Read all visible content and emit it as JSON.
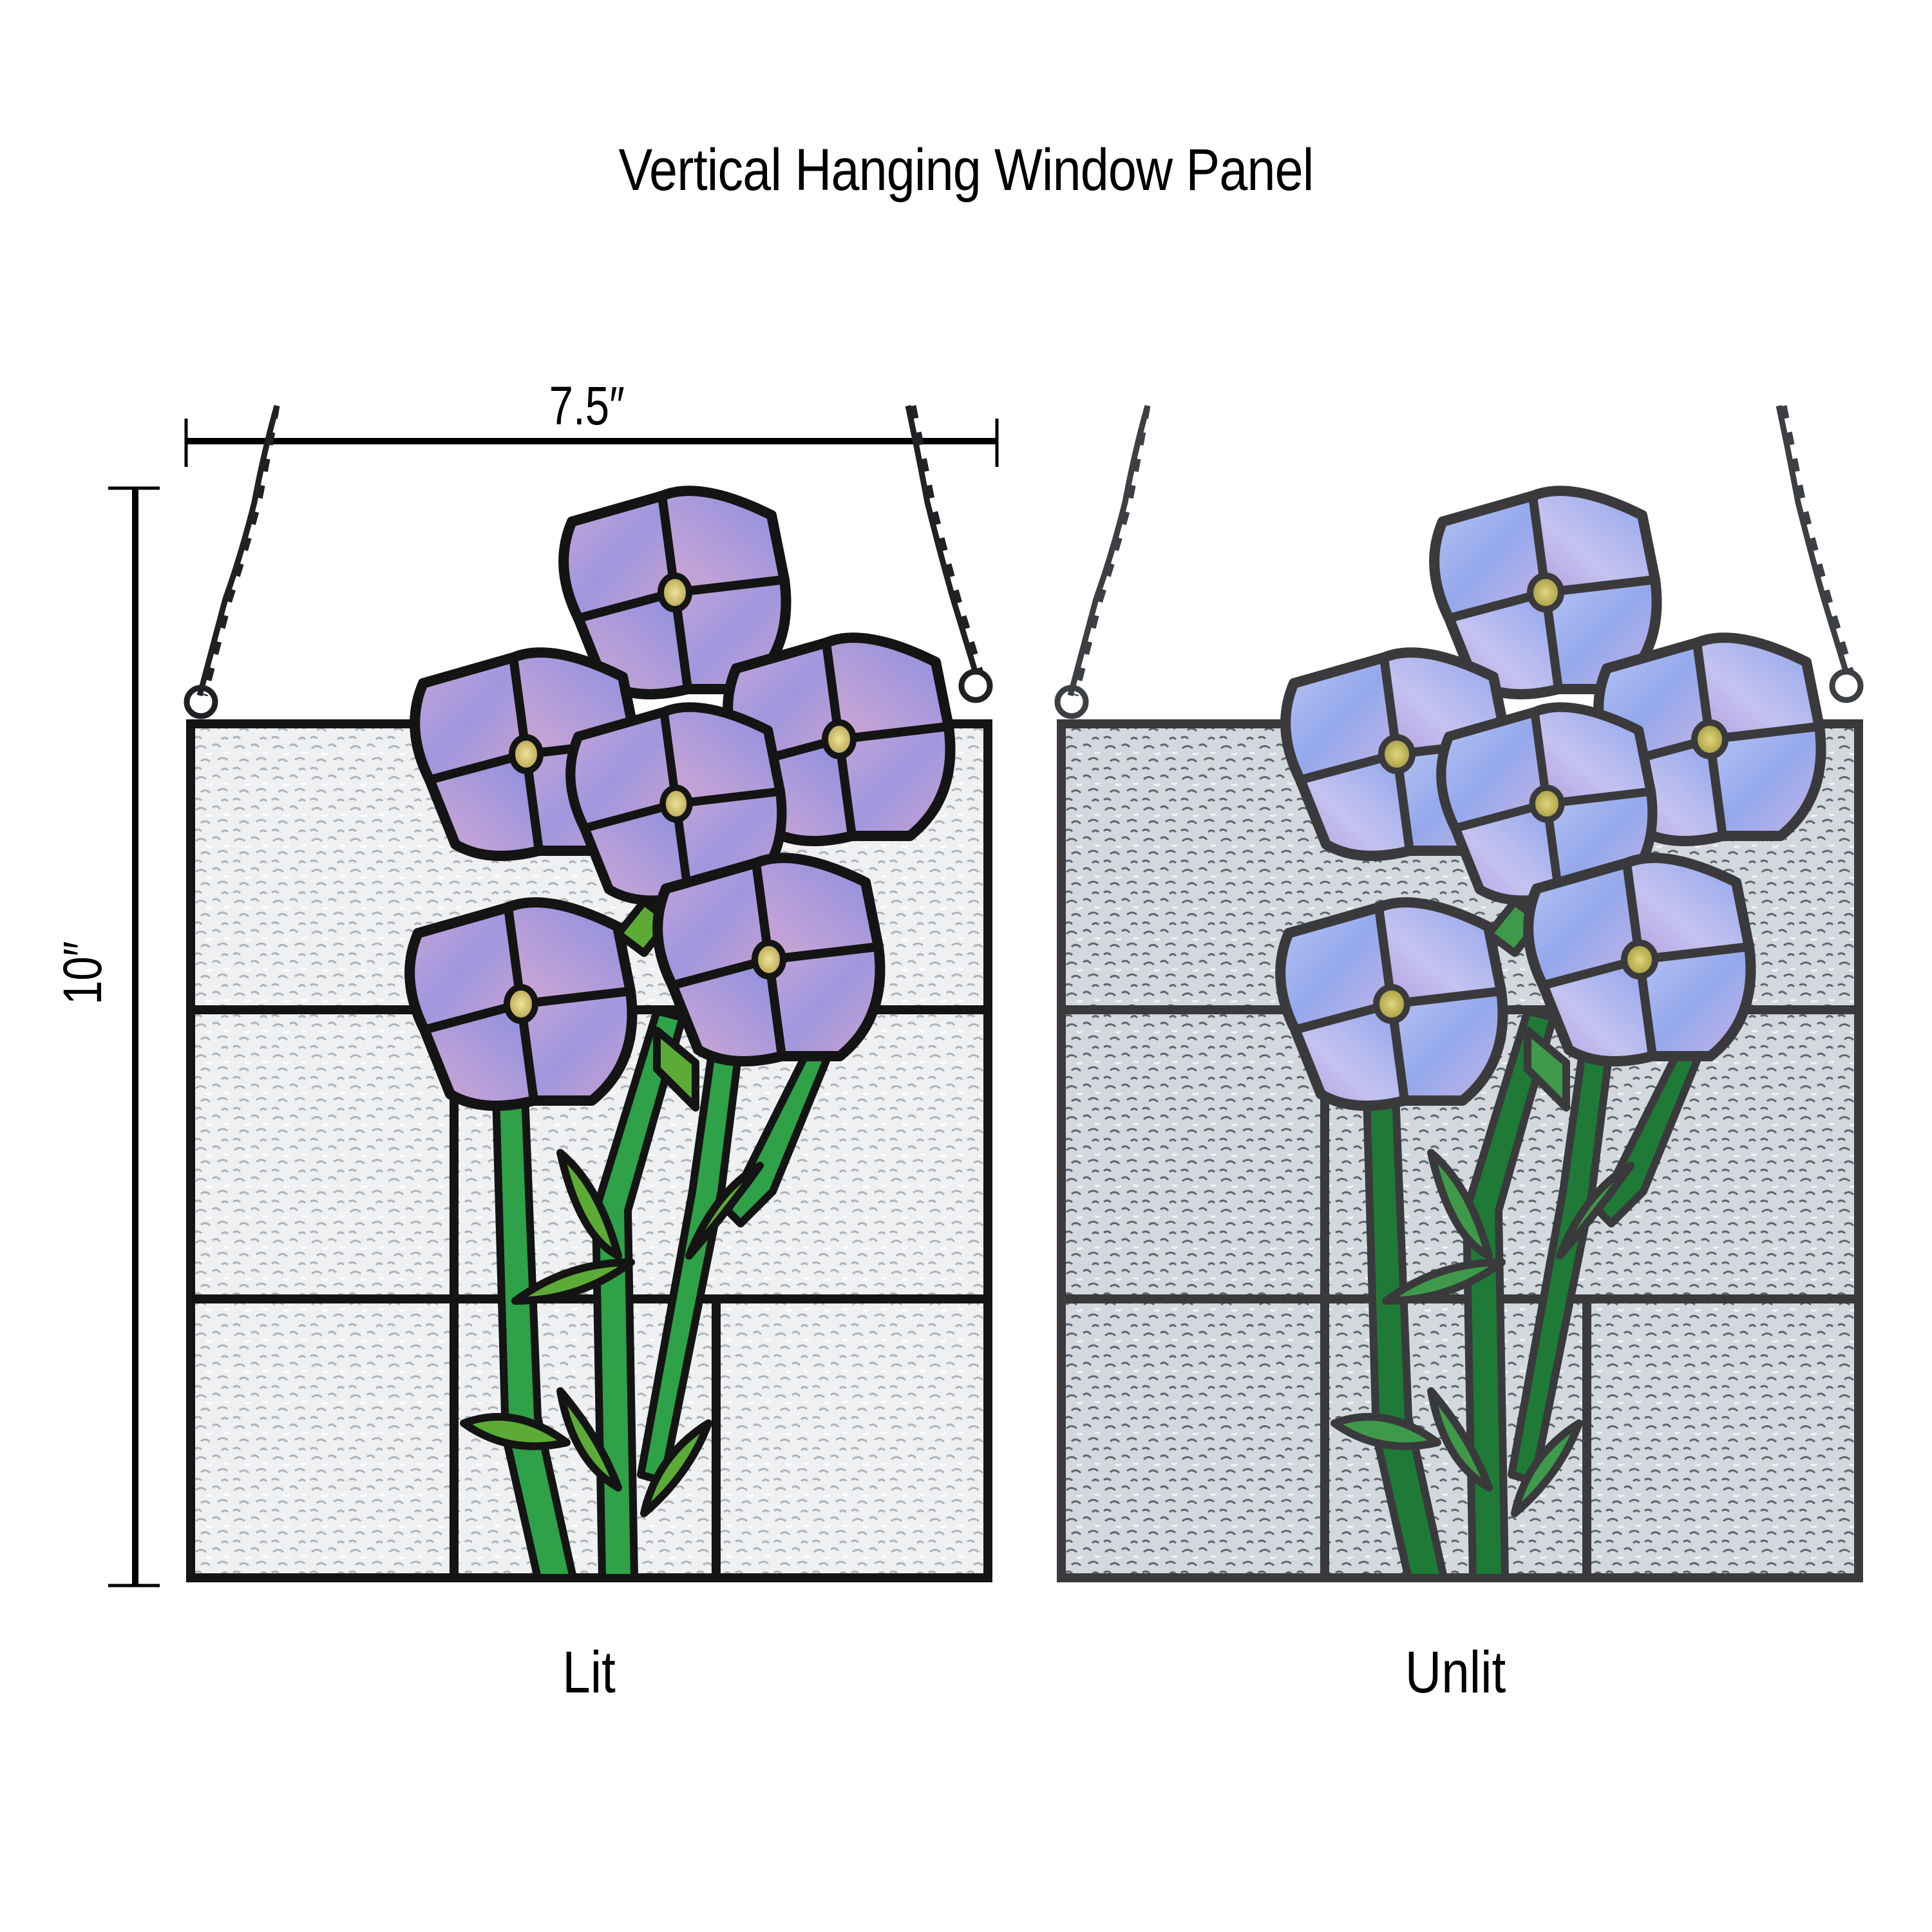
{
  "header": {
    "title": "Vertical Hanging Window Panel"
  },
  "dimensions": {
    "width_label": "7.5″",
    "height_label": "10″"
  },
  "panels": [
    {
      "id": "lit",
      "caption": "Lit",
      "colors": {
        "petal_a": "#a99ad8",
        "petal_b": "#c9a3d6",
        "petal_c": "#8e8fe0",
        "center": "#d9c874",
        "stem": "#2ea149",
        "leaf": "#5cab36",
        "lead": "#141414",
        "glass": "#eef0f2",
        "glass_tex": "#b9bec4"
      }
    },
    {
      "id": "unlit",
      "caption": "Unlit",
      "colors": {
        "petal_a": "#a9b2ee",
        "petal_b": "#c4b5e8",
        "petal_c": "#8fa5ea",
        "center": "#c7bd62",
        "stem": "#1e7a36",
        "leaf": "#3e9a4a",
        "lead": "#3a3a3c",
        "glass": "#d4d9de",
        "glass_tex": "#7f868e"
      }
    }
  ],
  "colors": {
    "dimension_line": "#000000",
    "chain": "#2f3134",
    "background": "#ffffff"
  }
}
